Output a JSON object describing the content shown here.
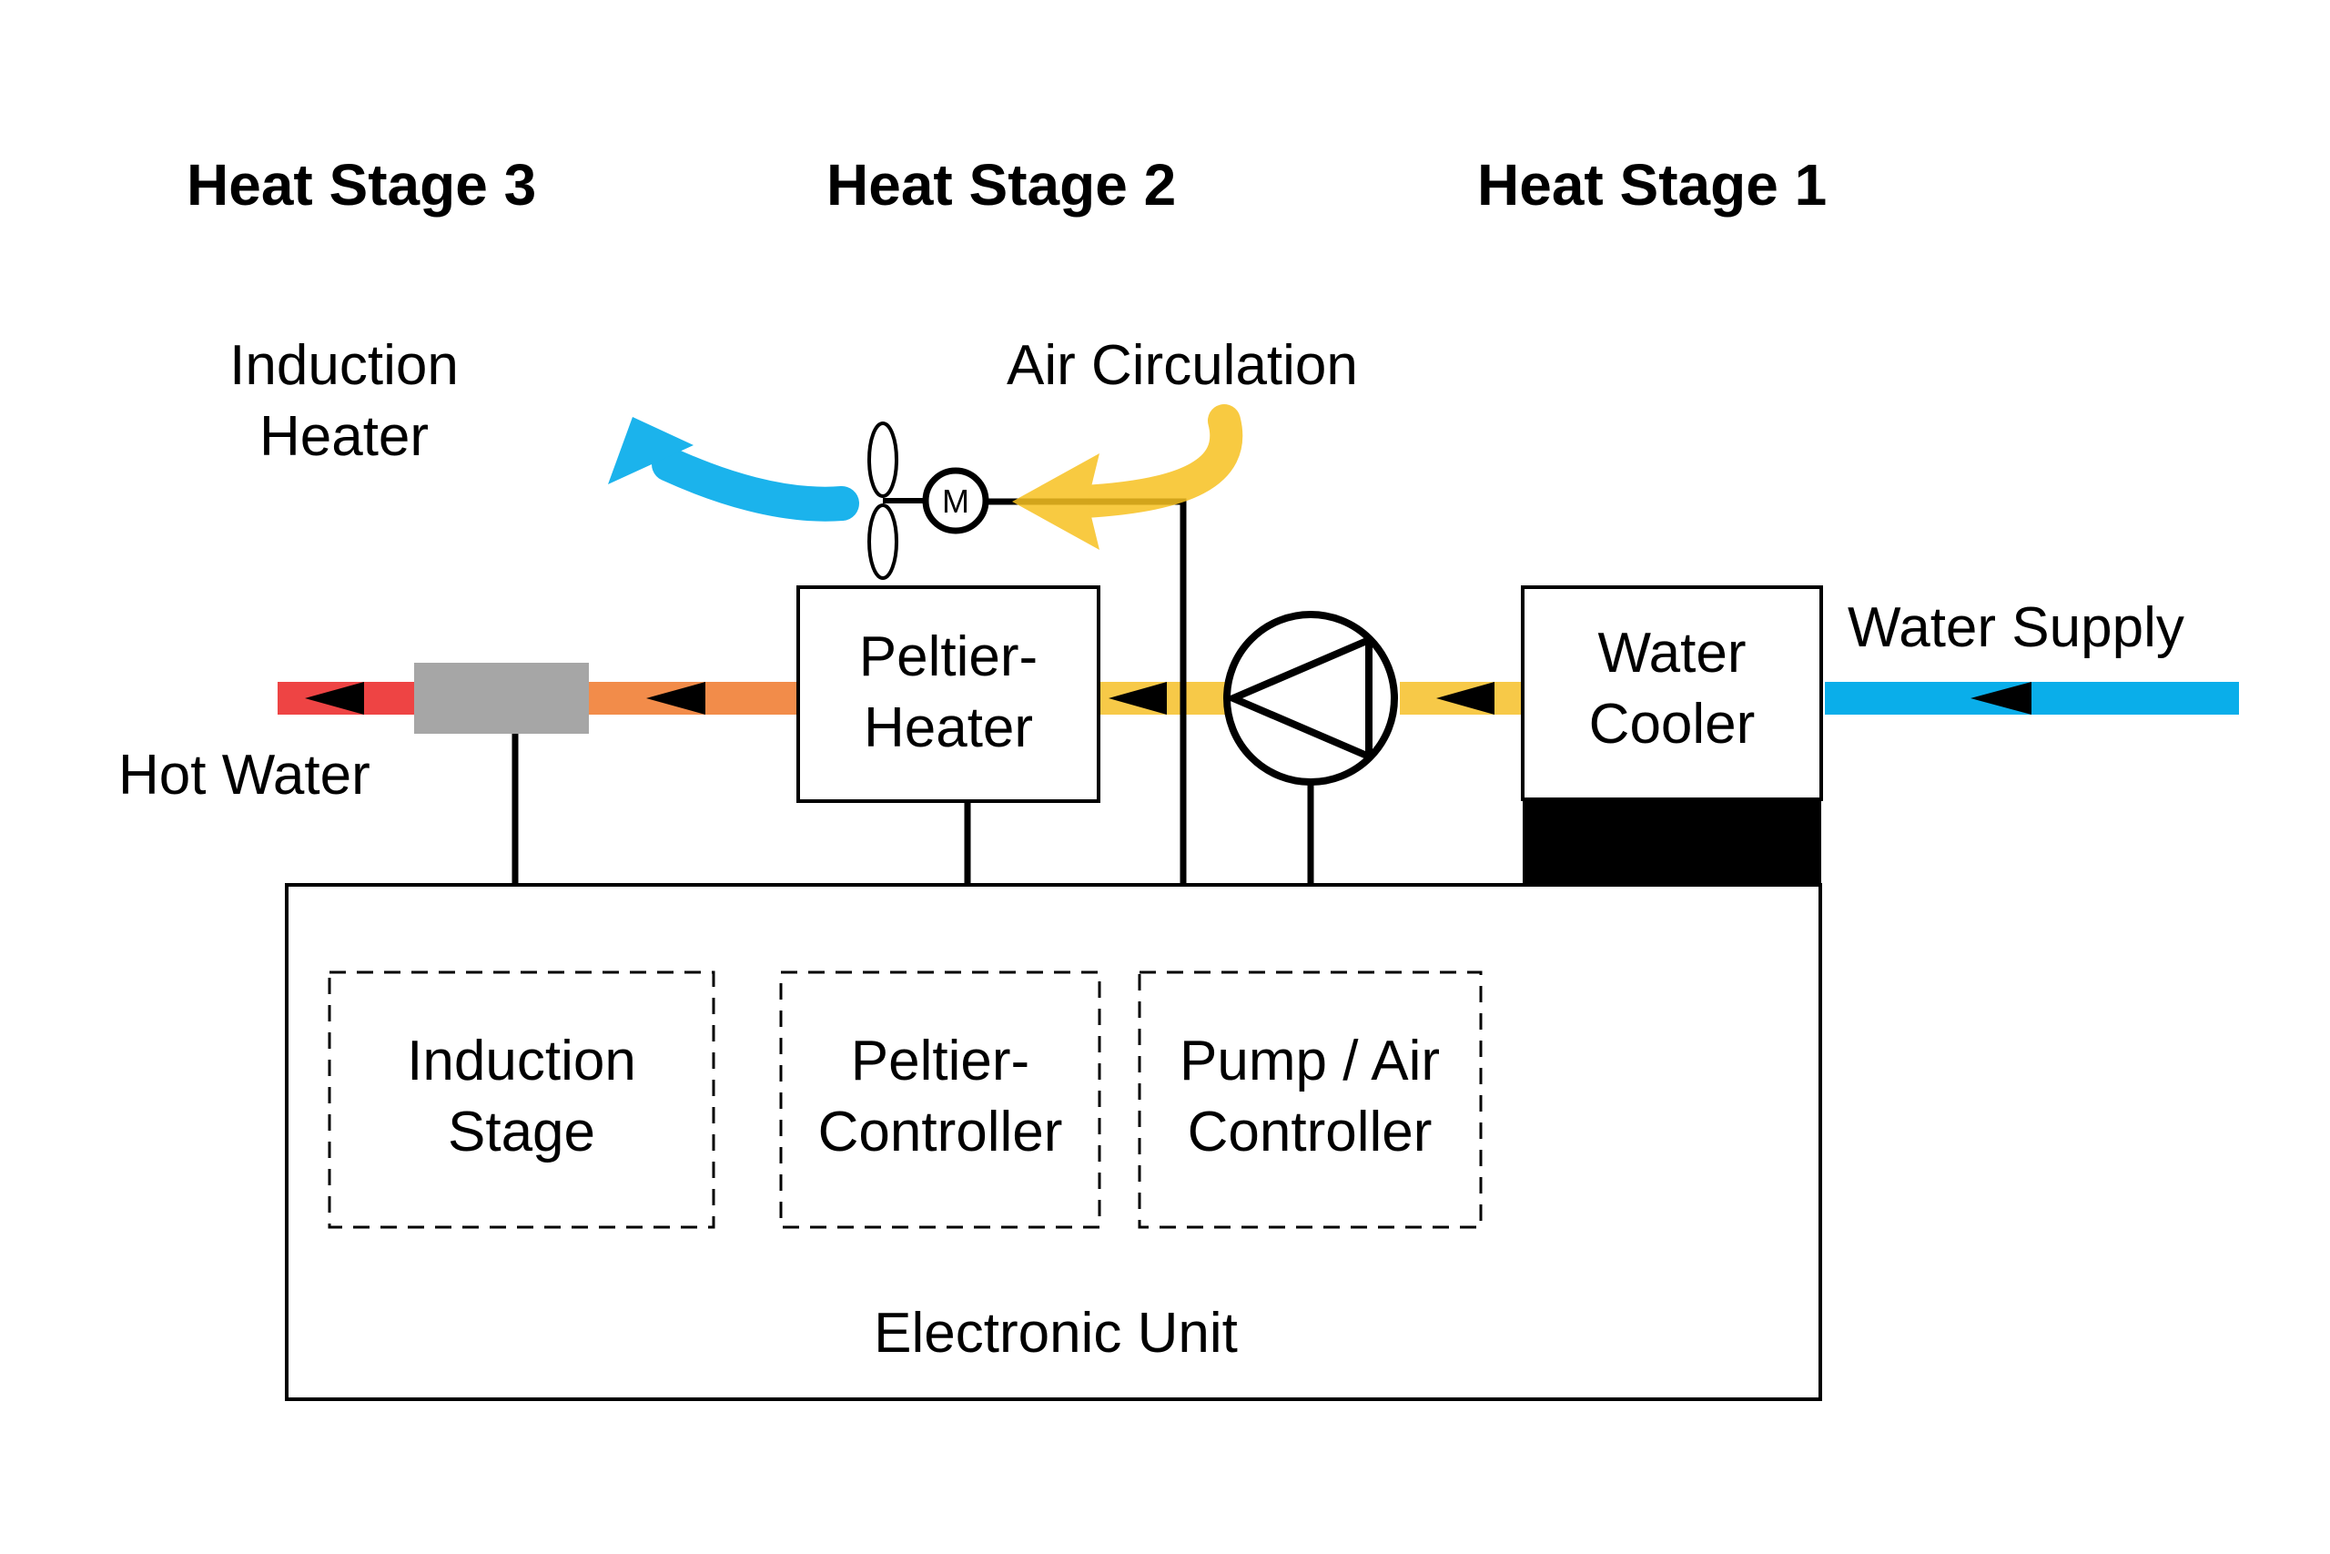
{
  "stages": {
    "stage3": "Heat Stage 3",
    "stage2": "Heat Stage 2",
    "stage1": "Heat Stage 1"
  },
  "labels": {
    "induction_heater_line1": "Induction",
    "induction_heater_line2": "Heater",
    "air_circulation": "Air Circulation",
    "water_supply": "Water Supply",
    "hot_water": "Hot Water",
    "motor": "M"
  },
  "components": {
    "peltier_heater_line1": "Peltier-",
    "peltier_heater_line2": "Heater",
    "water_cooler_line1": "Water",
    "water_cooler_line2": "Cooler"
  },
  "electronic_unit": {
    "title": "Electronic Unit",
    "induction_stage_line1": "Induction",
    "induction_stage_line2": "Stage",
    "peltier_controller_line1": "Peltier-",
    "peltier_controller_line2": "Controller",
    "pump_air_controller_line1": "Pump / Air",
    "pump_air_controller_line2": "Controller"
  },
  "colors": {
    "hot_water_pipe": "#EE4444",
    "heated_pipe": "#F28C4A",
    "warm_pipe": "#F7C948",
    "cold_supply_pipe": "#0AAEEA",
    "air_in_arrow": "#F7C120",
    "air_out_arrow": "#1BB3EC",
    "induction_heater_body": "#A6A6A6",
    "cooler_base": "#000000"
  }
}
